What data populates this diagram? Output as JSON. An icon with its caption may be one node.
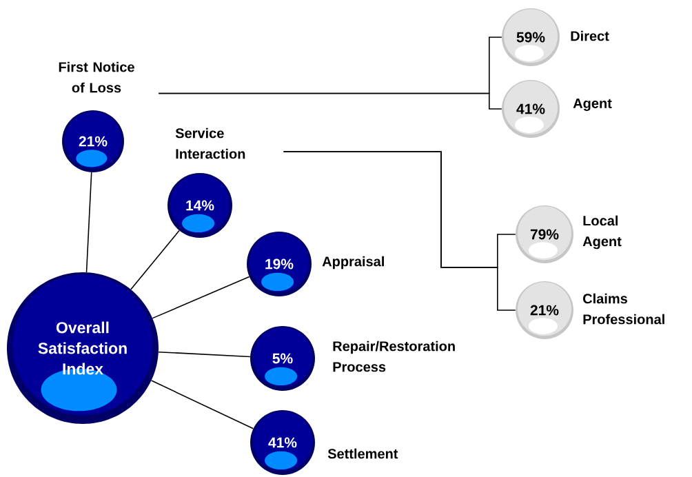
{
  "diagram": {
    "nodes": [
      {
        "text": [
          "Overall Satisfaction Index"
        ]
      },
      {
        "text": [
          "First Notice of Loss",
          "21%"
        ]
      },
      {
        "text": [
          "Service Interaction",
          "14%"
        ]
      },
      {
        "text": [
          "19%"
        ],
        "beside": [
          "Appraisal"
        ]
      },
      {
        "text": [
          "5%"
        ],
        "beside": [
          "Repair/Restoration Process"
        ]
      },
      {
        "text": [
          "41%"
        ],
        "beside": [
          "Settlement"
        ]
      },
      {
        "text": [
          "59%"
        ],
        "beside": [
          "Direct"
        ]
      },
      {
        "text": [
          "41%"
        ],
        "beside": [
          "Agent"
        ]
      },
      {
        "text": [
          "79%"
        ],
        "beside": [
          "Local Agent"
        ]
      },
      {
        "text": [
          "21%"
        ],
        "beside": [
          "Claims Professional"
        ]
      }
    ],
    "edges": [
      {
        "from": 0,
        "to": 1,
        "arrow": "none"
      },
      {
        "from": 0,
        "to": 2,
        "arrow": "none"
      },
      {
        "from": 0,
        "to": 3,
        "arrow": "none"
      },
      {
        "from": 0,
        "to": 4,
        "arrow": "none"
      },
      {
        "from": 0,
        "to": 5,
        "arrow": "none"
      },
      {
        "from": 1,
        "to": 6,
        "arrow": "none"
      },
      {
        "from": 1,
        "to": 7,
        "arrow": "none"
      },
      {
        "from": 2,
        "to": 8,
        "arrow": "none"
      },
      {
        "from": 2,
        "to": 9,
        "arrow": "none"
      }
    ]
  }
}
